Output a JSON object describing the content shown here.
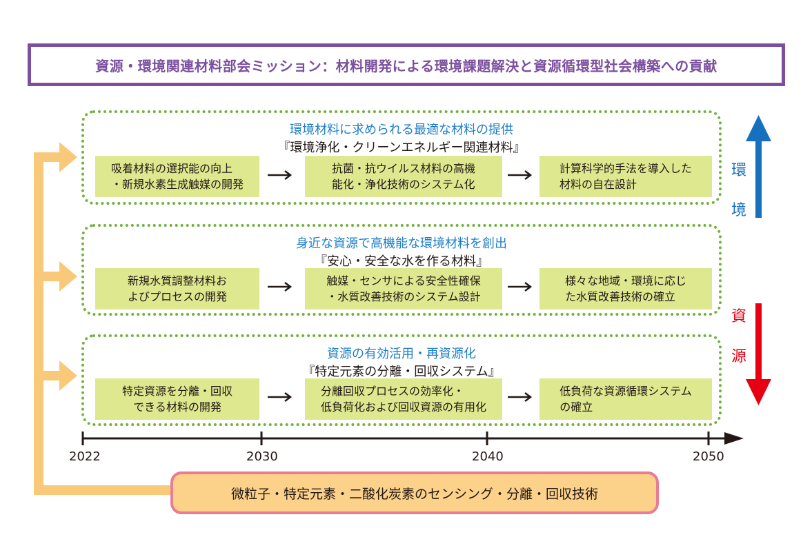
{
  "mission": "資源・環境関連材料部会ミッション：材料開発による環境課題解決と資源循環型社会構築への貢献",
  "groups": [
    {
      "title": "環境材料に求められる最適な材料の提供",
      "subtitle": "『環境浄化・クリーンエネルギー関連材料』",
      "steps": [
        "吸着材料の選択能の向上\n・新規水素生成触媒の開発",
        "抗菌・抗ウイルス材料の高機\n能化・浄化技術のシステム化",
        "計算科学的手法を導入した\n材料の自在設計"
      ]
    },
    {
      "title": "身近な資源で高機能な環境材料を創出",
      "subtitle": "『安心・安全な水を作る材料』",
      "steps": [
        "新規水質調整材料お\nよびプロセスの開発",
        "触媒・センサによる安全性確保\n・水質改善技術のシステム設計",
        "様々な地域・環境に応じ\nた水質改善技術の確立"
      ]
    },
    {
      "title": "資源の有効活用・再資源化",
      "subtitle": "『特定元素の分離・回収システム』",
      "steps": [
        "特定資源を分離・回収\nできる材料の開発",
        "分離回収プロセスの効率化・\n低負荷化および回収資源の有用化",
        "低負荷な資源循環システム\nの確立"
      ]
    }
  ],
  "side_labels": {
    "environment": [
      "環",
      "境"
    ],
    "resource": [
      "資",
      "源"
    ]
  },
  "timeline": {
    "years": [
      "2022",
      "2030",
      "2040",
      "2050"
    ]
  },
  "bottom": "微粒子・特定元素・二酸化炭素のセンシング・分離・回収技術",
  "colors": {
    "mission_purple": "#7b4f9e",
    "dotted_green": "#6fb23a",
    "box_green": "#dde88f",
    "title_blue": "#1d7ec6",
    "env_arrow_blue": "#1670be",
    "res_arrow_red": "#e60012",
    "feedback_orange": "#f9c97a",
    "bottom_fill": "#fcd28a",
    "bottom_border": "#e97b92"
  },
  "icons": [
    "arrow-right-icon",
    "arrow-up-icon",
    "arrow-down-icon",
    "timeline-arrow-icon",
    "feedback-arrow-icon"
  ]
}
